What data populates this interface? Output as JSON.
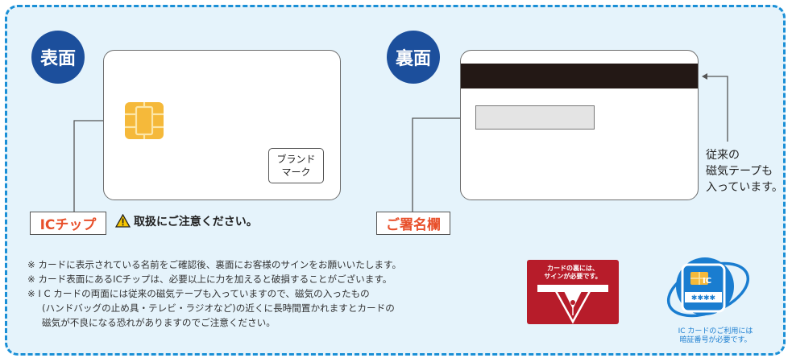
{
  "front": {
    "badge": "表面",
    "brand_mark_line1": "ブランド",
    "brand_mark_line2": "マーク",
    "ic_chip_label": "ICチップ",
    "warning": "取扱にご注意ください。"
  },
  "back": {
    "badge": "裏面",
    "signature_label": "ご署名欄",
    "magnetic_note": [
      "従来の",
      "磁気テープも",
      "入っています。"
    ]
  },
  "notes": [
    "※ カードに表示されている名前をご確認後、裏面にお客様のサインをお願いいたします。",
    "※ カード表面にあるICチップは、必要以上に力を加えると破損することがございます。",
    "※ I C カードの両面には従来の磁気テープも入っていますので、磁気の入ったもの",
    "(ハンドバッグの止め具・テレビ・ラジオなど)の近くに長時間置かれますとカードの",
    "磁気が不良になる恐れがありますのでご注意ください。"
  ],
  "signature_sticker": {
    "line1": "カードの裏には、",
    "line2": "サインが必要です。"
  },
  "ic_sticker": {
    "chip_text": "IC",
    "pin_text": "✱✱✱✱",
    "caption_line1": "IC カードのご利用には",
    "caption_line2": "暗証番号が必要です。"
  },
  "colors": {
    "frame_border": "#1a8fd6",
    "frame_fill": "#e5f3fb",
    "badge": "#1c4f9c",
    "callout_text": "#e8502b",
    "chip": "#f5b93a",
    "magnetic_stripe": "#231815",
    "signature_sticker": "#b71c2a",
    "ic_sticker": "#1a7dd0"
  }
}
